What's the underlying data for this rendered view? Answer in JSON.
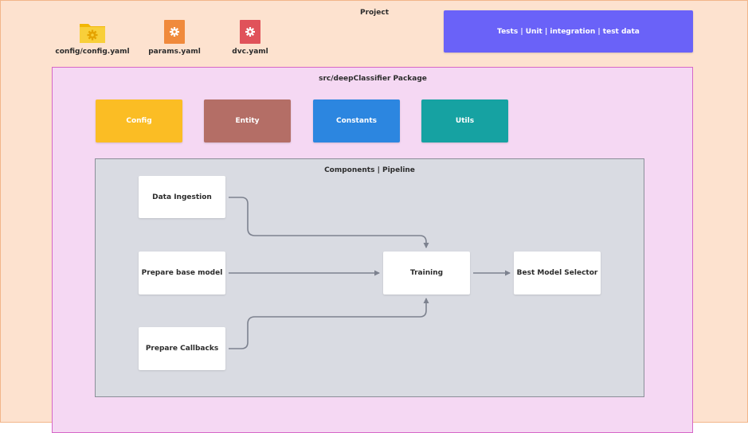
{
  "project": {
    "title": "Project"
  },
  "files": [
    {
      "label": "config/config.yaml",
      "icon": "folder-gear-icon",
      "color": "#f5c518"
    },
    {
      "label": "params.yaml",
      "icon": "file-gear-icon",
      "color": "#f08a3c"
    },
    {
      "label": "dvc.yaml",
      "icon": "file-gear-icon",
      "color": "#e0525a"
    }
  ],
  "tests": {
    "label": "Tests | Unit | integration | test data",
    "color": "#6a62f8"
  },
  "package": {
    "title": "src/deepClassifier Package",
    "modules": [
      {
        "label": "Config",
        "color": "#fbbd24"
      },
      {
        "label": "Entity",
        "color": "#b46e66"
      },
      {
        "label": "Constants",
        "color": "#2c86e0"
      },
      {
        "label": "Utils",
        "color": "#16a2a2"
      }
    ]
  },
  "components": {
    "title": "Components | Pipeline",
    "nodes": {
      "data_ingestion": "Data Ingestion",
      "prepare_base_model": "Prepare base model",
      "prepare_callbacks": "Prepare Callbacks",
      "training": "Training",
      "best_model_selector": "Best Model Selector"
    }
  }
}
